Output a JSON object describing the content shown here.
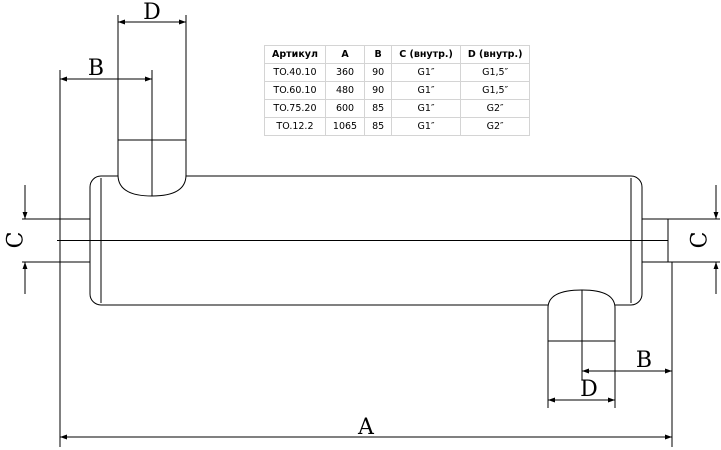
{
  "dimension_labels": {
    "a": "A",
    "b_top": "B",
    "b_bottom": "B",
    "c_left": "C",
    "c_right": "C",
    "d_top": "D",
    "d_bottom": "D"
  },
  "table": {
    "headers": [
      "Артикул",
      "A",
      "B",
      "C (внутр.)",
      "D (внутр.)"
    ],
    "rows": [
      [
        "TO.40.10",
        "360",
        "90",
        "G1″",
        "G1,5″"
      ],
      [
        "TO.60.10",
        "480",
        "90",
        "G1″",
        "G1,5″"
      ],
      [
        "TO.75.20",
        "600",
        "85",
        "G1″",
        "G2″"
      ],
      [
        "TO.12.2",
        "1065",
        "85",
        "G1″",
        "G2″"
      ]
    ]
  }
}
